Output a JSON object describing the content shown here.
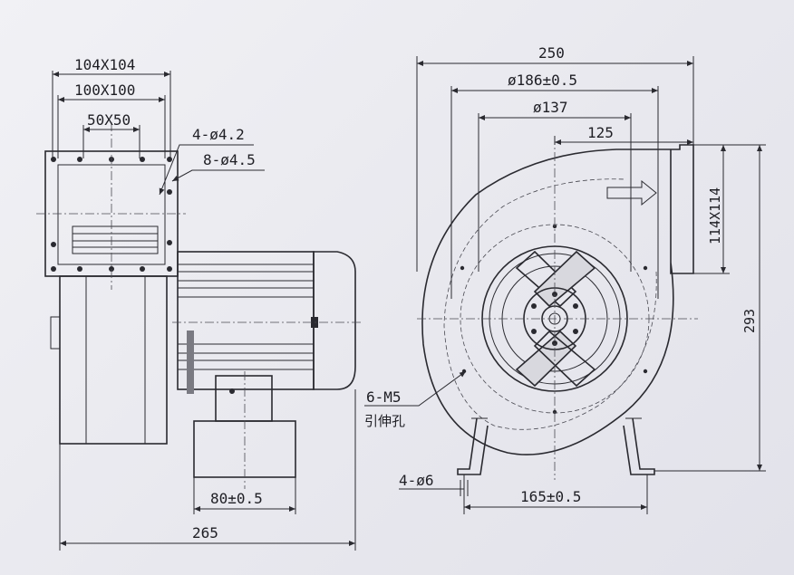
{
  "drawing": {
    "side_view": {
      "flange_outer": "104X104",
      "flange_bolt": "100X100",
      "outlet": "50X50",
      "holes_4": "4-ø4.2",
      "holes_8": "8-ø4.5",
      "base_width": "80±0.5",
      "overall_length": "265"
    },
    "front_view": {
      "overall_width": "250",
      "inlet_outer": "ø186±0.5",
      "inlet_inner": "ø137",
      "outlet_offset": "125",
      "outlet_size": "114X114",
      "overall_height": "293",
      "tapped_holes": "6-M5",
      "tapped_holes_note": "引伸孔",
      "foot_holes": "4-ø6",
      "foot_spacing": "165±0.5"
    }
  },
  "colors": {
    "paper": "#ececf1",
    "ink": "#2a2a30",
    "metal": "#c9c9d0"
  }
}
